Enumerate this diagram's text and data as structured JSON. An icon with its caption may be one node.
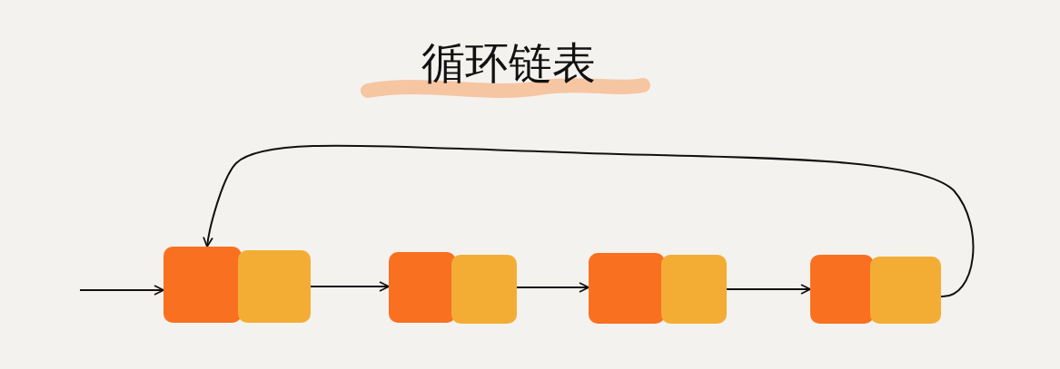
{
  "diagram": {
    "title": "循环链表",
    "nodes": [
      {
        "text": [],
        "shape": "box"
      },
      {
        "text": [],
        "shape": "box"
      },
      {
        "text": [],
        "shape": "box"
      },
      {
        "text": [],
        "shape": "box"
      },
      {
        "text": [],
        "shape": "box"
      },
      {
        "text": [],
        "shape": "box"
      },
      {
        "text": [],
        "shape": "box"
      },
      {
        "text": [],
        "shape": "box"
      }
    ],
    "edges": [
      {
        "from": null,
        "to": 0,
        "arrow": "to"
      },
      {
        "from": 1,
        "to": 2,
        "arrow": "to"
      },
      {
        "from": 3,
        "to": 4,
        "arrow": "to"
      },
      {
        "from": 5,
        "to": 6,
        "arrow": "to"
      },
      {
        "from": 7,
        "to": 0,
        "arrow": "to"
      }
    ]
  }
}
